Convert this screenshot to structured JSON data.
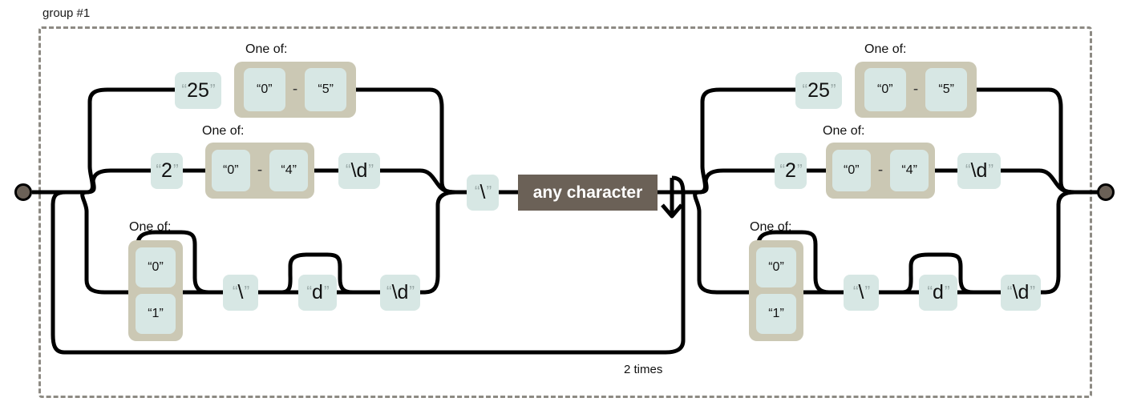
{
  "diagram": {
    "kind": "regex-railroad-diagram",
    "group_label": "group #1",
    "loop_label": "2 times",
    "colors": {
      "literal_bg": "#d7e7e4",
      "oneof_bg": "#cbc8b4",
      "anychar_bg": "#6b6157",
      "wire": "#000000",
      "group_border": "#8d8a83",
      "terminal": "#6b6157"
    },
    "captions": {
      "one_of": "One of:"
    },
    "any_character": {
      "label": "any character"
    },
    "quote_open": "“",
    "quote_close": "”",
    "left_half": {
      "branch_top": {
        "nodes": [
          {
            "value": "25"
          }
        ],
        "one_of": {
          "caption": "One of:",
          "from": "0",
          "dash": "-",
          "to": "5"
        }
      },
      "branch_middle": {
        "lead": {
          "value": "2"
        },
        "one_of": {
          "caption": "One of:",
          "from": "0",
          "dash": "-",
          "to": "4"
        },
        "trail": {
          "value": "\\d"
        }
      },
      "branch_bottom": {
        "one_of": {
          "caption": "One of:",
          "options": [
            "0",
            "1"
          ]
        },
        "nodes": [
          {
            "value": "\\"
          },
          {
            "value": "d",
            "optional": true
          },
          {
            "value": "\\d"
          }
        ]
      }
    },
    "middle": {
      "escape": {
        "value": "\\"
      },
      "any_character": "any character"
    },
    "right_half": {
      "branch_top": {
        "nodes": [
          {
            "value": "25"
          }
        ],
        "one_of": {
          "caption": "One of:",
          "from": "0",
          "dash": "-",
          "to": "5"
        }
      },
      "branch_middle": {
        "lead": {
          "value": "2"
        },
        "one_of": {
          "caption": "One of:",
          "from": "0",
          "dash": "-",
          "to": "4"
        },
        "trail": {
          "value": "\\d"
        }
      },
      "branch_bottom": {
        "one_of": {
          "caption": "One of:",
          "options": [
            "0",
            "1"
          ]
        },
        "nodes": [
          {
            "value": "\\"
          },
          {
            "value": "d",
            "optional": true
          },
          {
            "value": "\\d"
          }
        ]
      }
    }
  }
}
